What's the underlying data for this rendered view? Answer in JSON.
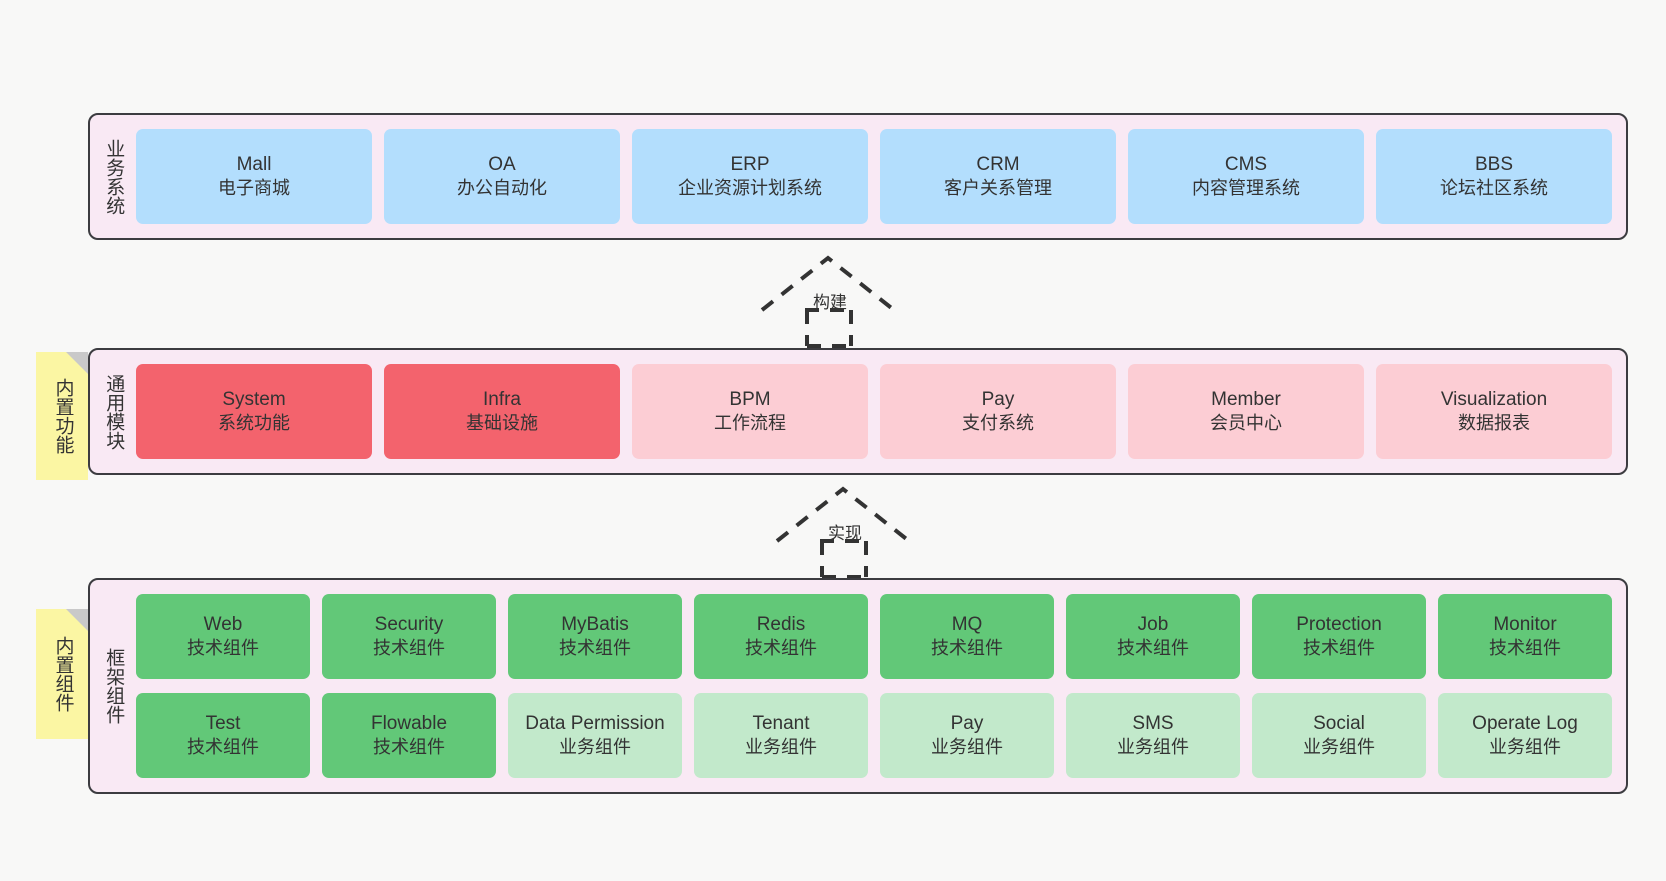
{
  "diagram": {
    "title": "yudao framework layered architecture",
    "colors": {
      "page_bg": "#f8f8f7",
      "layer_bg": "#f9e9f4",
      "layer_border": "#3c3c40",
      "blue": "#b3defd",
      "red": "#f3636d",
      "pink": "#fccdd4",
      "green": "#62c878",
      "light_green": "#c2e9cb",
      "note_yellow": "#fbf6a3",
      "note_fold": "#c9c9c9"
    }
  },
  "layers": {
    "business": {
      "title": "业务系统",
      "items": [
        {
          "en": "Mall",
          "cn": "电子商城"
        },
        {
          "en": "OA",
          "cn": "办公自动化"
        },
        {
          "en": "ERP",
          "cn": "企业资源计划系统"
        },
        {
          "en": "CRM",
          "cn": "客户关系管理"
        },
        {
          "en": "CMS",
          "cn": "内容管理系统"
        },
        {
          "en": "BBS",
          "cn": "论坛社区系统"
        }
      ]
    },
    "common": {
      "title": "通用模块",
      "note": "内置功能",
      "items": [
        {
          "en": "System",
          "cn": "系统功能",
          "tone": "red"
        },
        {
          "en": "Infra",
          "cn": "基础设施",
          "tone": "red"
        },
        {
          "en": "BPM",
          "cn": "工作流程",
          "tone": "pink"
        },
        {
          "en": "Pay",
          "cn": "支付系统",
          "tone": "pink"
        },
        {
          "en": "Member",
          "cn": "会员中心",
          "tone": "pink"
        },
        {
          "en": "Visualization",
          "cn": "数据报表",
          "tone": "pink"
        }
      ]
    },
    "framework": {
      "title": "框架组件",
      "note": "内置组件",
      "row1": [
        {
          "en": "Web",
          "cn": "技术组件",
          "tone": "green"
        },
        {
          "en": "Security",
          "cn": "技术组件",
          "tone": "green"
        },
        {
          "en": "MyBatis",
          "cn": "技术组件",
          "tone": "green"
        },
        {
          "en": "Redis",
          "cn": "技术组件",
          "tone": "green"
        },
        {
          "en": "MQ",
          "cn": "技术组件",
          "tone": "green"
        },
        {
          "en": "Job",
          "cn": "技术组件",
          "tone": "green"
        },
        {
          "en": "Protection",
          "cn": "技术组件",
          "tone": "green"
        },
        {
          "en": "Monitor",
          "cn": "技术组件",
          "tone": "green"
        }
      ],
      "row2": [
        {
          "en": "Test",
          "cn": "技术组件",
          "tone": "green"
        },
        {
          "en": "Flowable",
          "cn": "技术组件",
          "tone": "green"
        },
        {
          "en": "Data Permission",
          "cn": "业务组件",
          "tone": "light_green"
        },
        {
          "en": "Tenant",
          "cn": "业务组件",
          "tone": "light_green"
        },
        {
          "en": "Pay",
          "cn": "业务组件",
          "tone": "light_green"
        },
        {
          "en": "SMS",
          "cn": "业务组件",
          "tone": "light_green"
        },
        {
          "en": "Social",
          "cn": "业务组件",
          "tone": "light_green"
        },
        {
          "en": "Operate Log",
          "cn": "业务组件",
          "tone": "light_green"
        }
      ]
    }
  },
  "connectors": [
    {
      "id": "build",
      "label": "构建"
    },
    {
      "id": "impl",
      "label": "实现"
    }
  ]
}
